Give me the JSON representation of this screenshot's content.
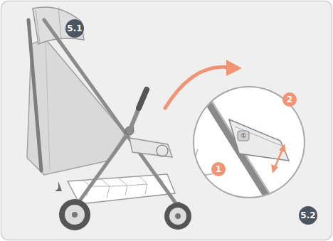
{
  "diagram": {
    "labels": [
      "5.1",
      "①",
      "1",
      "2",
      "5.2"
    ]
  }
}
